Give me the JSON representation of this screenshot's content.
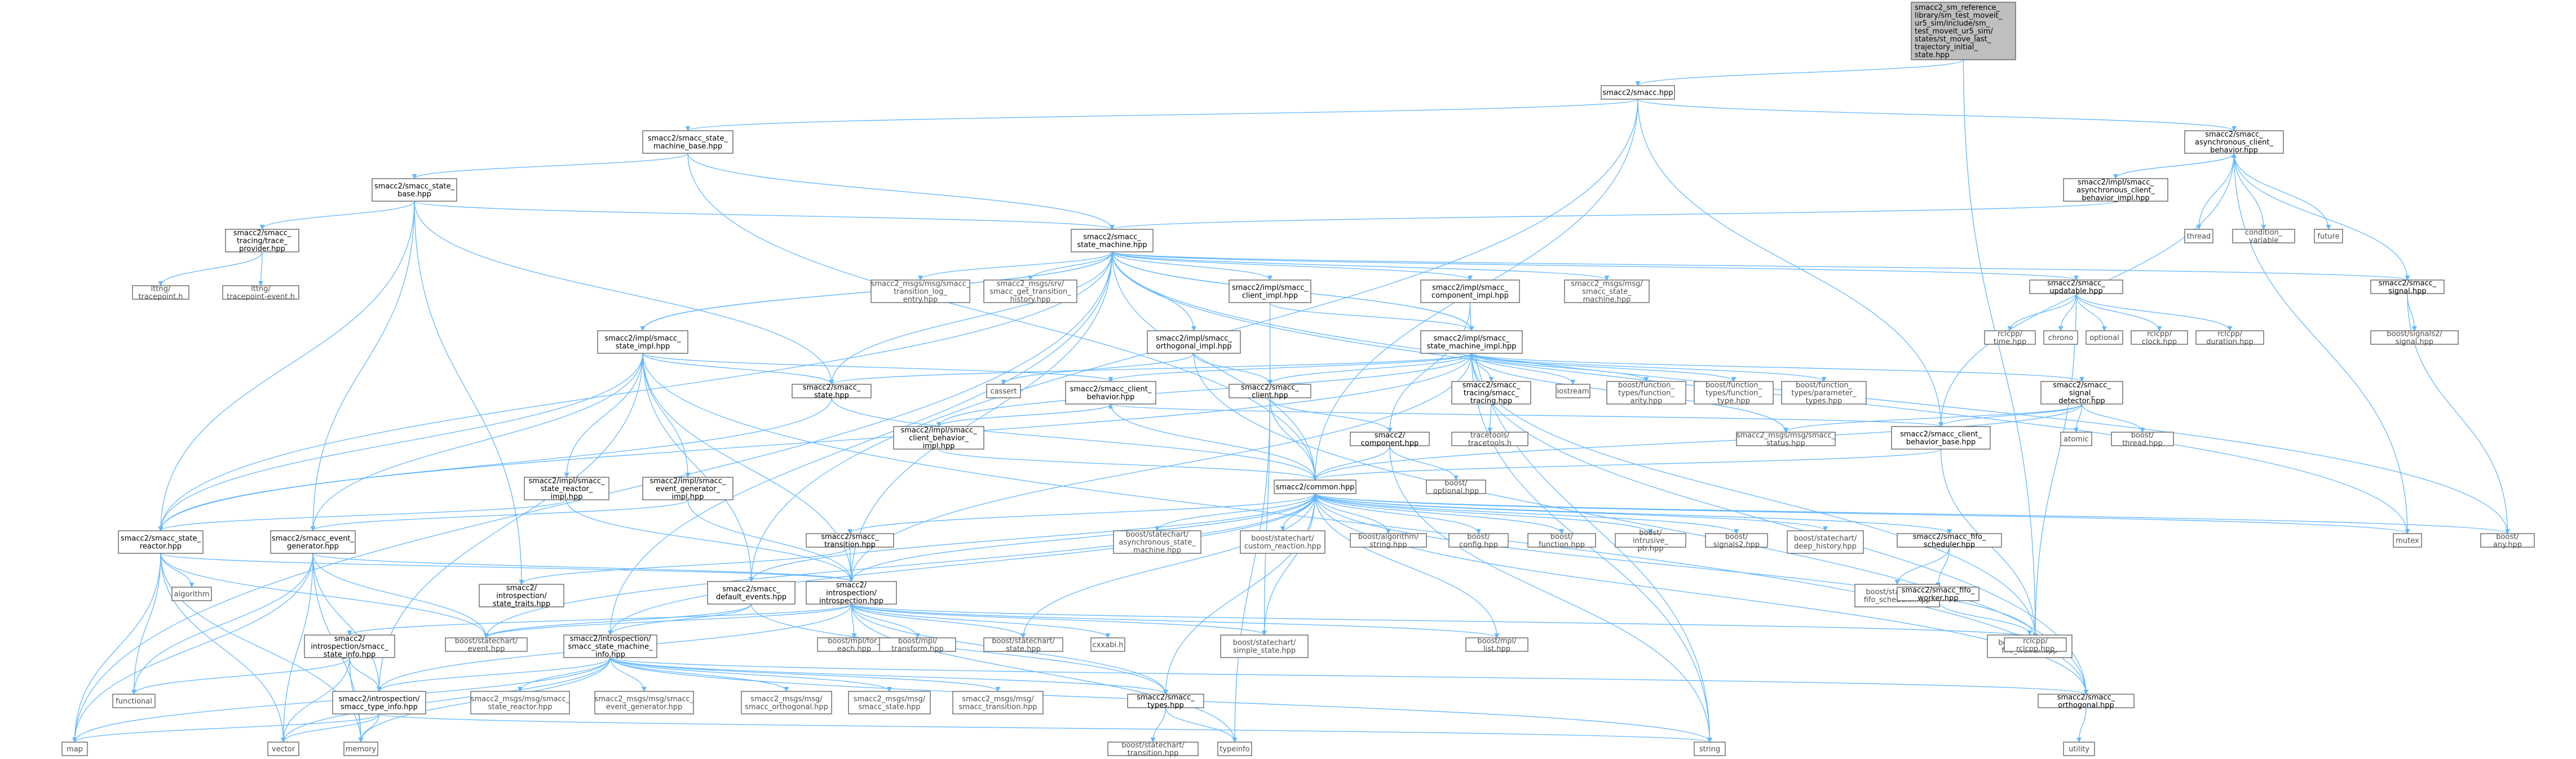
{
  "diagram": {
    "nodes": [
      {
        "id": "root",
        "label": "smacc2_sm_reference_library/sm_test_moveit_ur5_sim/include/sm_test_moveit_ur5_sim/states/st_move_last_trajectory_initial_state.hpp"
      },
      {
        "id": "smacc_hpp",
        "label": "smacc2/smacc.hpp"
      },
      {
        "id": "state_machine_base",
        "label": "smacc2/smacc_state_machine_base.hpp"
      },
      {
        "id": "async_cb",
        "label": "smacc2/smacc_asynchronous_client_behavior.hpp"
      },
      {
        "id": "state_base",
        "label": "smacc2/smacc_state_base.hpp"
      },
      {
        "id": "async_cb_impl",
        "label": "smacc2/impl/smacc_asynchronous_client_behavior_impl.hpp"
      },
      {
        "id": "thread",
        "label": "thread"
      },
      {
        "id": "cond_var",
        "label": "condition_variable"
      },
      {
        "id": "future",
        "label": "future"
      },
      {
        "id": "tracing_provider",
        "label": "smacc2/smacc_tracing/trace_provider.hpp"
      },
      {
        "id": "state_machine",
        "label": "smacc2/smacc_state_machine.hpp"
      },
      {
        "id": "lttng_tp",
        "label": "lttng/tracepoint.h"
      },
      {
        "id": "lttng_tpe",
        "label": "lttng/tracepoint-event.h"
      },
      {
        "id": "msg_log",
        "label": "smacc2_msgs/msg/smacc_transition_log_entry.hpp"
      },
      {
        "id": "srv_hist",
        "label": "smacc2_msgs/srv/smacc_get_transition_history.hpp"
      },
      {
        "id": "client_impl",
        "label": "smacc2/impl/smacc_client_impl.hpp"
      },
      {
        "id": "component_impl",
        "label": "smacc2/impl/smacc_component_impl.hpp"
      },
      {
        "id": "msg_sm",
        "label": "smacc2_msgs/msg/smacc_state_machine.hpp"
      },
      {
        "id": "updatable",
        "label": "smacc2/smacc_updatable.hpp"
      },
      {
        "id": "signal_hpp",
        "label": "smacc2/smacc_signal.hpp"
      },
      {
        "id": "state_impl",
        "label": "smacc2/impl/smacc_state_impl.hpp"
      },
      {
        "id": "orth_impl",
        "label": "smacc2/impl/smacc_orthogonal_impl.hpp"
      },
      {
        "id": "sm_impl",
        "label": "smacc2/impl/smacc_state_machine_impl.hpp"
      },
      {
        "id": "rclcpp_time",
        "label": "rclcpp/time.hpp"
      },
      {
        "id": "chrono",
        "label": "chrono"
      },
      {
        "id": "optional",
        "label": "optional"
      },
      {
        "id": "rclcpp_clock",
        "label": "rclcpp/clock.hpp"
      },
      {
        "id": "rclcpp_duration",
        "label": "rclcpp/duration.hpp"
      },
      {
        "id": "boost_signals2_signal",
        "label": "boost/signals2/signal.hpp"
      },
      {
        "id": "smacc_state",
        "label": "smacc2/smacc_state.hpp"
      },
      {
        "id": "cassert",
        "label": "cassert"
      },
      {
        "id": "client_hpp",
        "label": "smacc2/smacc_client.hpp"
      },
      {
        "id": "client_behavior",
        "label": "smacc2/smacc_client_behavior.hpp"
      },
      {
        "id": "tracing",
        "label": "smacc2/smacc_tracing/smacc_tracing.hpp"
      },
      {
        "id": "iostream",
        "label": "iostream"
      },
      {
        "id": "ft_arity",
        "label": "boost/function_types/function_arity.hpp"
      },
      {
        "id": "ft_type",
        "label": "boost/function_types/function_type.hpp"
      },
      {
        "id": "ft_param",
        "label": "boost/function_types/parameter_types.hpp"
      },
      {
        "id": "signal_detector",
        "label": "smacc2/smacc_signal_detector.hpp"
      },
      {
        "id": "tracetools",
        "label": "tracetools/tracetools.h"
      },
      {
        "id": "component",
        "label": "smacc2/component.hpp"
      },
      {
        "id": "cb_impl",
        "label": "smacc2/impl/smacc_client_behavior_impl.hpp"
      },
      {
        "id": "msg_status",
        "label": "smacc2_msgs/msg/smacc_status.hpp"
      },
      {
        "id": "atomic",
        "label": "atomic"
      },
      {
        "id": "boost_thread",
        "label": "boost/thread.hpp"
      },
      {
        "id": "cb_base",
        "label": "smacc2/smacc_client_behavior_base.hpp"
      },
      {
        "id": "boost_optional",
        "label": "boost/optional.hpp"
      },
      {
        "id": "state_reactor_impl",
        "label": "smacc2/impl/smacc_state_reactor_impl.hpp"
      },
      {
        "id": "event_gen_impl",
        "label": "smacc2/impl/smacc_event_generator_impl.hpp"
      },
      {
        "id": "common",
        "label": "smacc2/common.hpp"
      },
      {
        "id": "transition",
        "label": "smacc2/smacc_transition.hpp"
      },
      {
        "id": "sc_async",
        "label": "boost/statechart/asynchronous_state_machine.hpp"
      },
      {
        "id": "sc_custom",
        "label": "boost/statechart/custom_reaction.hpp"
      },
      {
        "id": "algo_string",
        "label": "boost/algorithm/string.hpp"
      },
      {
        "id": "boost_config",
        "label": "boost/config.hpp"
      },
      {
        "id": "boost_function",
        "label": "boost/function.hpp"
      },
      {
        "id": "intrusive_ptr",
        "label": "boost/intrusive_ptr.hpp"
      },
      {
        "id": "signals2",
        "label": "boost/signals2.hpp"
      },
      {
        "id": "sc_deep",
        "label": "boost/statechart/deep_history.hpp"
      },
      {
        "id": "fifo_sched",
        "label": "smacc2/smacc_fifo_scheduler.hpp"
      },
      {
        "id": "mutex",
        "label": "mutex"
      },
      {
        "id": "boost_any",
        "label": "boost/any.hpp"
      },
      {
        "id": "state_reactor",
        "label": "smacc2/smacc_state_reactor.hpp"
      },
      {
        "id": "event_gen",
        "label": "smacc2/smacc_event_generator.hpp"
      },
      {
        "id": "default_events",
        "label": "smacc2/smacc_default_events.hpp"
      },
      {
        "id": "introspection",
        "label": "smacc2/introspection/introspection.hpp"
      },
      {
        "id": "state_traits",
        "label": "smacc2/introspection/state_traits.hpp"
      },
      {
        "id": "algorithm",
        "label": "algorithm"
      },
      {
        "id": "sc_fifo_sched",
        "label": "boost/statechart/fifo_scheduler.hpp"
      },
      {
        "id": "fifo_worker",
        "label": "smacc2/smacc_fifo_worker.hpp"
      },
      {
        "id": "sc_fifo_worker",
        "label": "boost/statechart/fifo_worker.hpp"
      },
      {
        "id": "sc_event",
        "label": "boost/statechart/event.hpp"
      },
      {
        "id": "intro_state_info",
        "label": "smacc2/introspection/smacc_state_info.hpp"
      },
      {
        "id": "intro_sm_info",
        "label": "smacc2/introspection/smacc_state_machine_info.hpp"
      },
      {
        "id": "mpl_for_each",
        "label": "boost/mpl/for_each.hpp"
      },
      {
        "id": "mpl_transform",
        "label": "boost/mpl/transform.hpp"
      },
      {
        "id": "sc_state",
        "label": "boost/statechart/state.hpp"
      },
      {
        "id": "cxxabi",
        "label": "cxxabi.h"
      },
      {
        "id": "sc_simple_state",
        "label": "boost/statechart/simple_state.hpp"
      },
      {
        "id": "mpl_list",
        "label": "boost/mpl/list.hpp"
      },
      {
        "id": "rclcpp",
        "label": "rclcpp/rclcpp.hpp"
      },
      {
        "id": "functional",
        "label": "functional"
      },
      {
        "id": "type_info",
        "label": "smacc2/introspection/smacc_type_info.hpp"
      },
      {
        "id": "msg_state_reactor",
        "label": "smacc2_msgs/msg/smacc_state_reactor.hpp"
      },
      {
        "id": "msg_event_gen",
        "label": "smacc2_msgs/msg/smacc_event_generator.hpp"
      },
      {
        "id": "msg_orthogonal",
        "label": "smacc2_msgs/msg/smacc_orthogonal.hpp"
      },
      {
        "id": "msg_state",
        "label": "smacc2_msgs/msg/smacc_state.hpp"
      },
      {
        "id": "msg_transition",
        "label": "smacc2_msgs/msg/smacc_transition.hpp"
      },
      {
        "id": "smacc_types",
        "label": "smacc2/smacc_types.hpp"
      },
      {
        "id": "smacc_orthogonal",
        "label": "smacc2/smacc_orthogonal.hpp"
      },
      {
        "id": "map",
        "label": "map"
      },
      {
        "id": "vector",
        "label": "vector"
      },
      {
        "id": "memory",
        "label": "memory"
      },
      {
        "id": "sc_transition",
        "label": "boost/statechart/transition.hpp"
      },
      {
        "id": "typeinfo",
        "label": "typeinfo"
      },
      {
        "id": "string",
        "label": "string"
      },
      {
        "id": "utility",
        "label": "utility"
      }
    ]
  }
}
